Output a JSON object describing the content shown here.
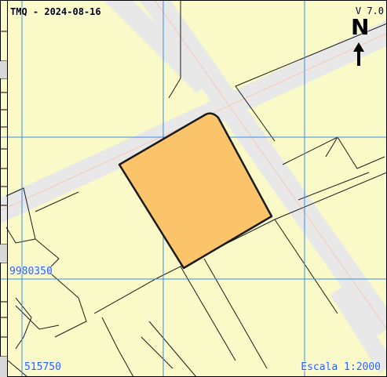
{
  "map": {
    "title": "TMQ - 2024-08-16",
    "version": "V 7.0",
    "north_label": "N",
    "north_icon": "north-arrow-icon",
    "grid_label_y": "9980350",
    "grid_label_x": "515750",
    "scale": "Escala 1:2000",
    "colors": {
      "background": "#fafac8",
      "roads": "#e8e8e8",
      "road_centerline": "#f5c8b4",
      "parcel_lines": "#000000",
      "highlighted_parcel": "#fbc46a",
      "grid": "#3c8ce6",
      "coordinate_text": "#1e5fff"
    }
  }
}
